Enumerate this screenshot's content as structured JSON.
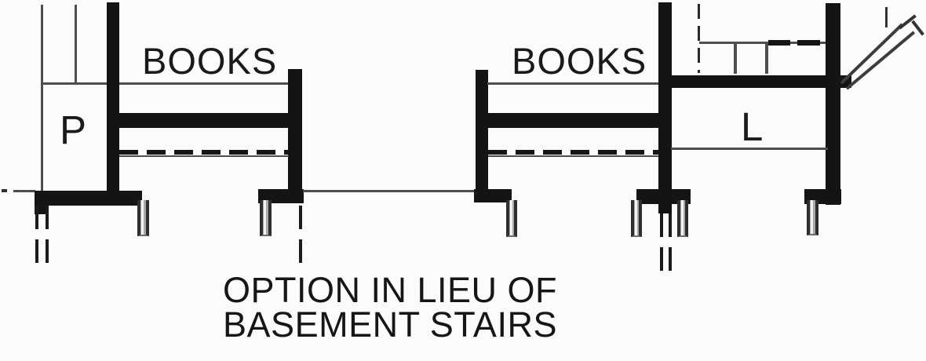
{
  "drawing": {
    "left_unit": {
      "shelf_label": "BOOKS",
      "cabinet_label": "P"
    },
    "right_unit": {
      "shelf_label": "BOOKS",
      "cabinet_label": "L"
    },
    "caption": {
      "line1": "OPTION IN LIEU OF",
      "line2": "BASEMENT STAIRS"
    },
    "icons": {
      "stair_arrow": "ladder-up-arrow"
    },
    "colors": {
      "ink": "#141414",
      "thin_line": "#4e4e4e",
      "leg_fill": "#a9a9a9",
      "background": "#fbfbfb"
    }
  }
}
